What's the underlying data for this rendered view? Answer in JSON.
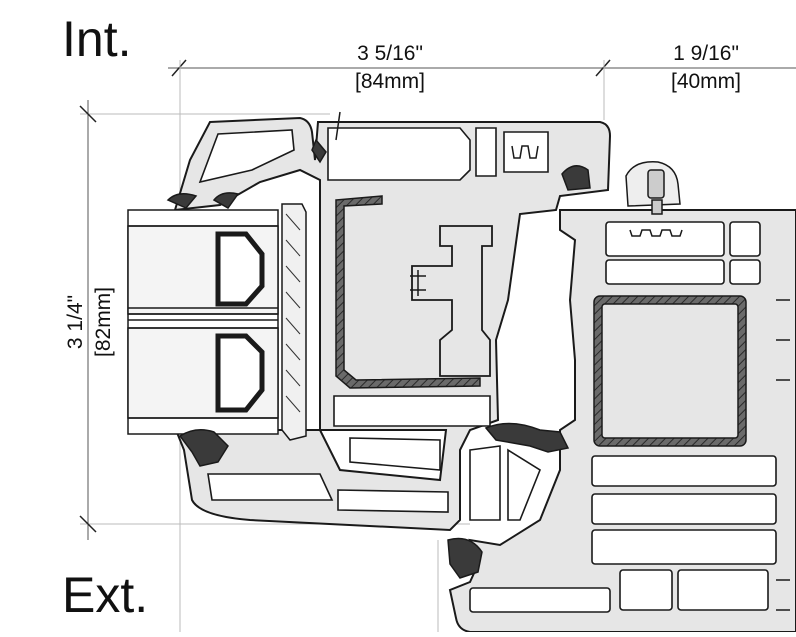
{
  "labels": {
    "interior": "Int.",
    "exterior": "Ext."
  },
  "dimensions": {
    "frame_depth": {
      "imperial": "3 5/16\"",
      "metric": "[84mm]"
    },
    "sash_offset": {
      "imperial": "1 9/16\"",
      "metric": "[40mm]"
    },
    "frame_height": {
      "imperial": "3 1/4\"",
      "metric": "[82mm]"
    }
  },
  "colors": {
    "profile_fill": "#e6e6e6",
    "outline": "#1a1a1a",
    "gasket": "#3a3a3a",
    "steel": "#555555",
    "glass_spacer": "#cfcfcf"
  }
}
